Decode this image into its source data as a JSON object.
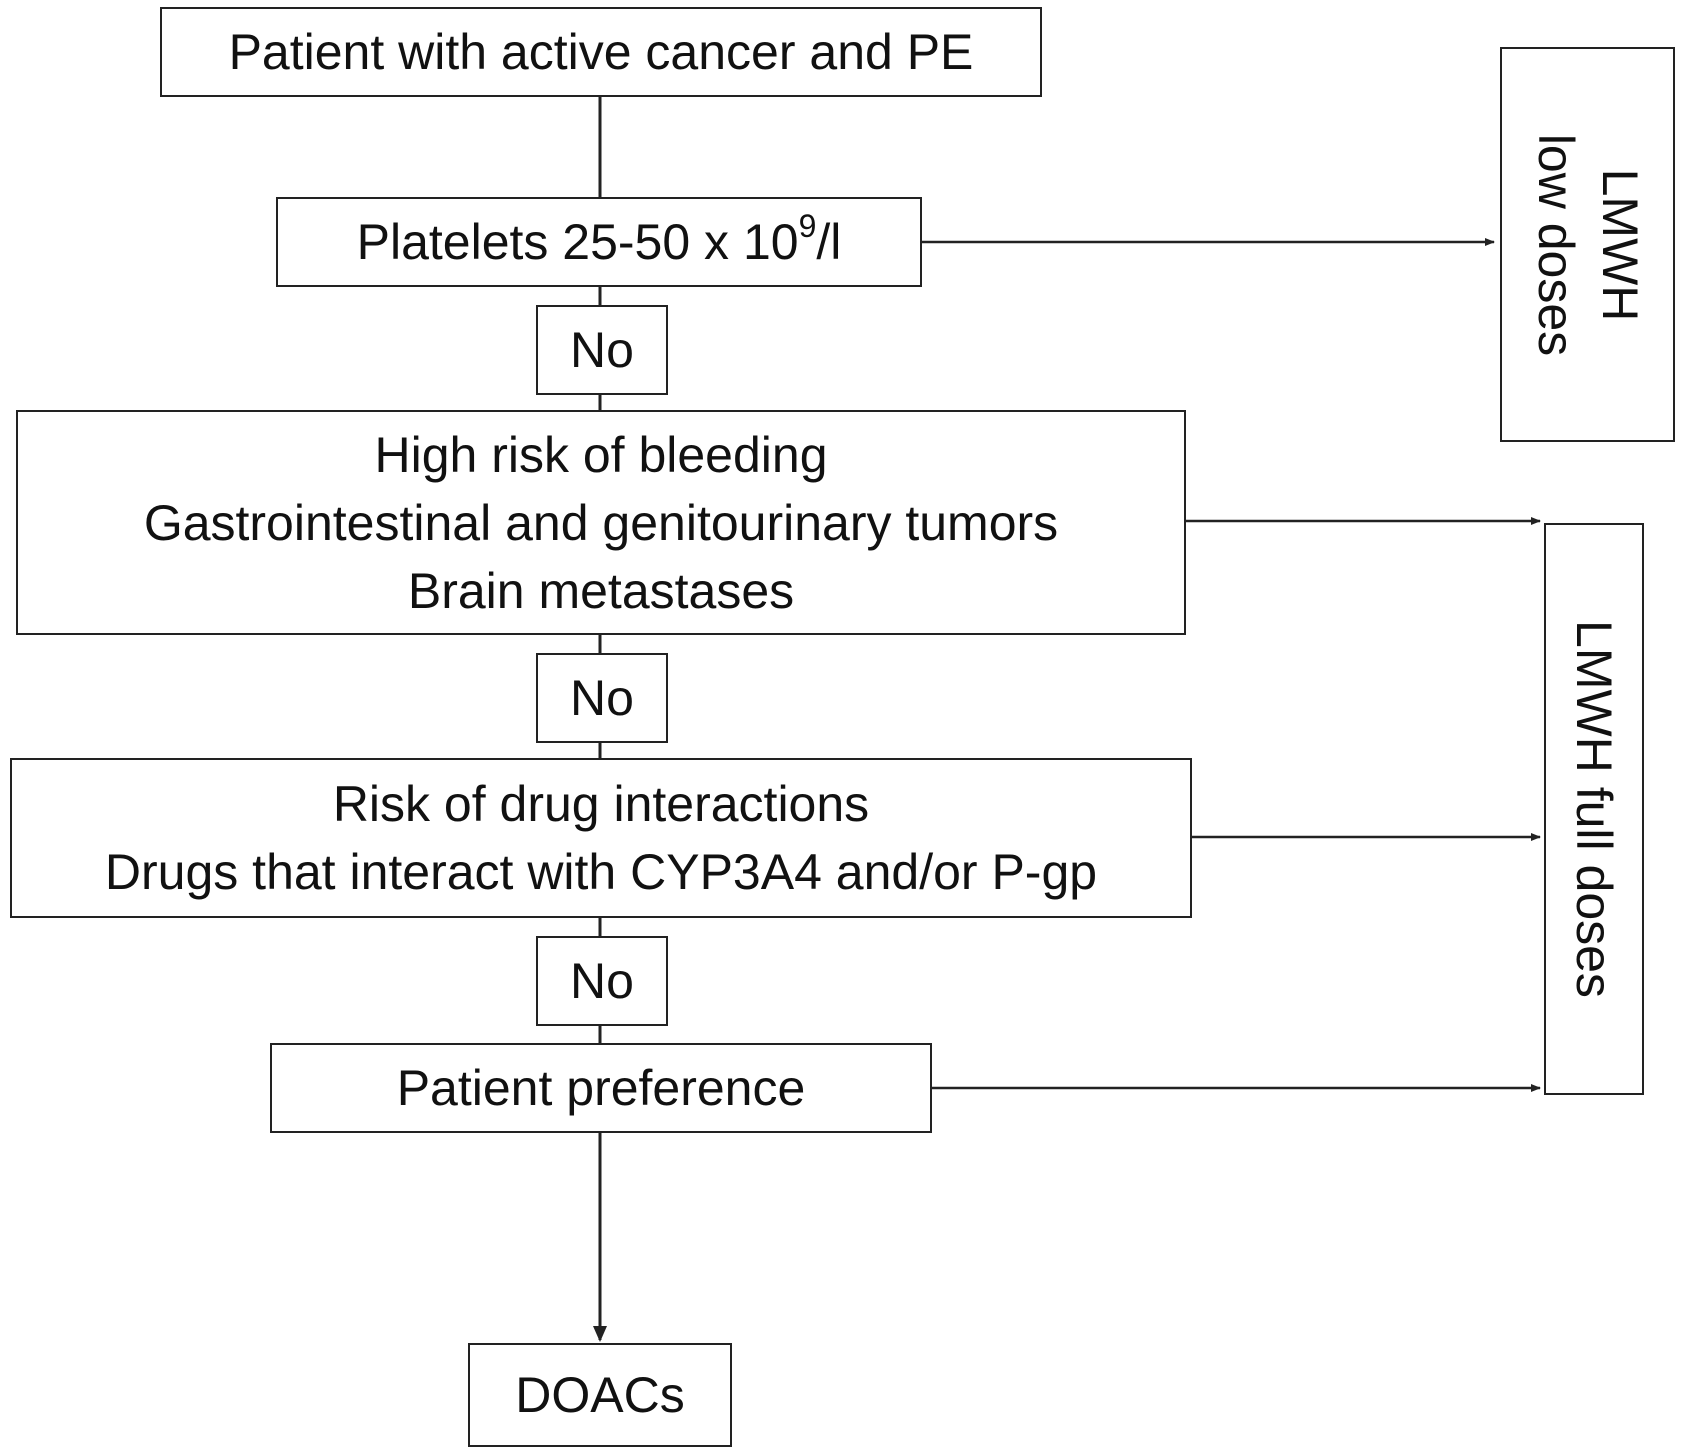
{
  "flowchart": {
    "start": "Patient with active cancer and PE",
    "platelets": {
      "label": "Platelets 25-50 x 10",
      "superscript": "9",
      "unit": "/l"
    },
    "no_labels": [
      "No",
      "No",
      "No"
    ],
    "bleeding": {
      "line1": "High risk of bleeding",
      "line2": "Gastrointestinal and genitourinary tumors",
      "line3": "Brain metastases"
    },
    "interactions": {
      "line1": "Risk of drug interactions",
      "line2": "Drugs that interact with CYP3A4 and/or P-gp"
    },
    "preference": "Patient preference",
    "outcome": "DOACs",
    "lmwh_low": {
      "line1": "LMWH",
      "line2": "low doses"
    },
    "lmwh_full": "LMWH full doses"
  },
  "colors": {
    "stroke": "#222222",
    "text": "#111111",
    "background": "#ffffff"
  }
}
